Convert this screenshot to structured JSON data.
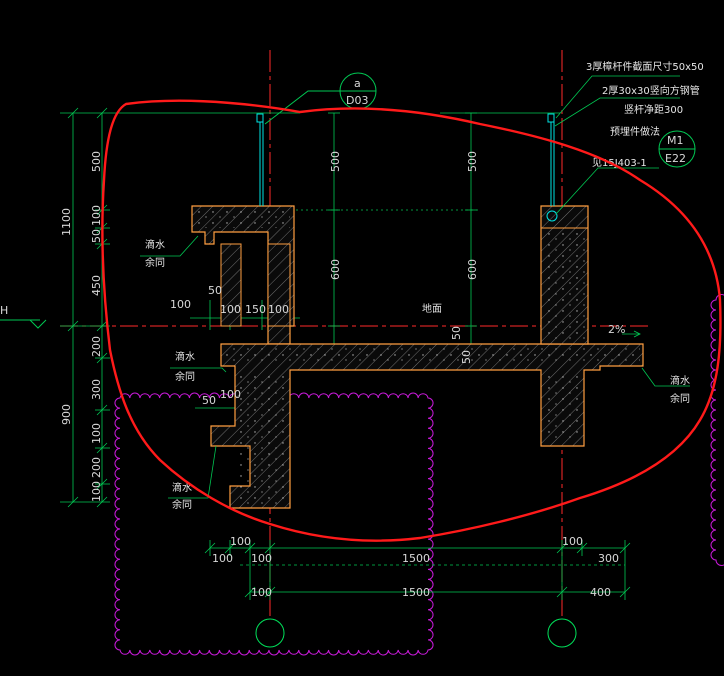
{
  "colors": {
    "background": "#000000",
    "dimension": "#00c853",
    "axis": "#ff2a2a",
    "section": "#ff9e40",
    "railing": "#00e5e5",
    "cloud": "#c71ad8",
    "markup": "#ff1a1a",
    "text": "#e0e0e0"
  },
  "left_dims": {
    "total_top": "1100",
    "d500": "500",
    "d100": "100",
    "d50": "50",
    "d450": "450",
    "total_bottom": "900",
    "d200": "200",
    "d300": "300",
    "d100b": "100",
    "d200b": "200",
    "d100c": "100"
  },
  "level_marker": "H",
  "vertical_dims": {
    "left_500": "500",
    "left_600": "600",
    "right_500": "500",
    "right_600": "600"
  },
  "inner_dims": {
    "h100": "100",
    "h50": "50",
    "w100a": "100",
    "w150": "150",
    "w100b": "100",
    "h50b": "50",
    "h100b": "100",
    "mid_50": "50",
    "mid_50b": "50"
  },
  "slope": "2%",
  "floor_label": "地面",
  "drip_notes": [
    {
      "line1": "滴水",
      "line2": "余同"
    },
    {
      "line1": "滴水",
      "line2": "余同"
    },
    {
      "line1": "滴水",
      "line2": "余同"
    },
    {
      "line1": "滴水",
      "line2": "余同"
    }
  ],
  "callouts": {
    "detail_a": {
      "top": "a",
      "bottom": "D03"
    },
    "detail_m1": {
      "top": "M1",
      "bottom": "E22"
    },
    "note1": "3厚樟杆件截面尺寸50x50",
    "note2": "2厚30x30竖向方钢管",
    "note3": "竖杆净距300",
    "note4": "预埋件做法",
    "note5": "见15J403-1"
  },
  "bottom_dims": {
    "row1_left": "100",
    "row1_right": "100",
    "row2_a": "100",
    "row2_b": "100",
    "row2_span": "1500",
    "row2_right": "300",
    "row3_a": "100",
    "row3_span": "1500",
    "row3_right": "400"
  }
}
